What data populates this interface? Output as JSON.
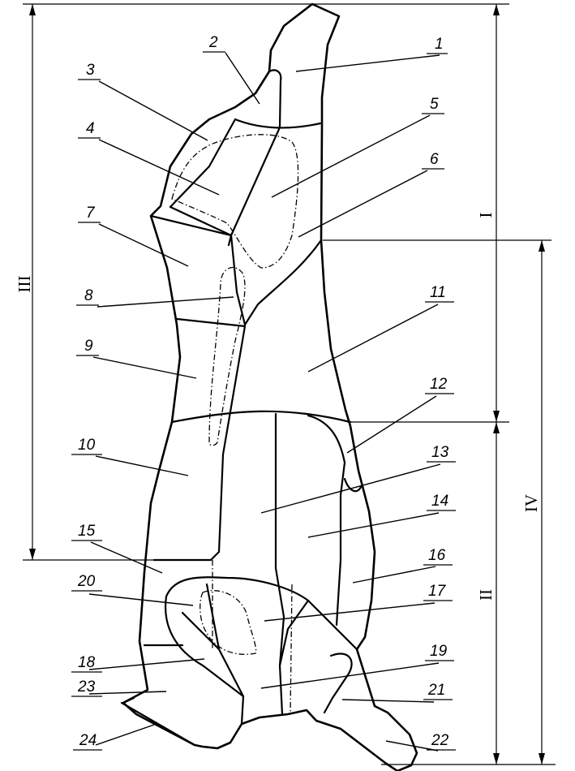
{
  "labels": [
    "1",
    "2",
    "3",
    "4",
    "5",
    "6",
    "7",
    "8",
    "9",
    "10",
    "11",
    "12",
    "13",
    "14",
    "15",
    "16",
    "17",
    "18",
    "19",
    "20",
    "21",
    "22",
    "23",
    "24"
  ],
  "dimensions": {
    "I": "I",
    "II": "II",
    "III": "III",
    "IV": "IV"
  }
}
